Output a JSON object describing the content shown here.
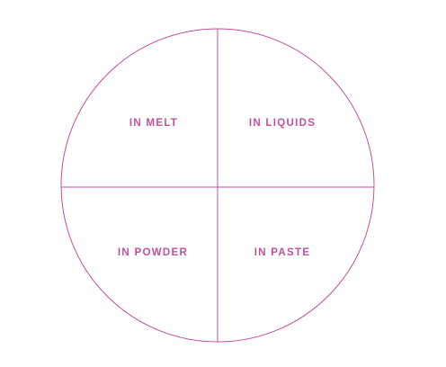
{
  "diagram": {
    "accent_color": "#c2509f",
    "quadrants": {
      "top_left": "IN MELT",
      "top_right": "IN LIQUIDS",
      "bottom_left": "IN POWDER",
      "bottom_right": "IN PASTE"
    }
  }
}
